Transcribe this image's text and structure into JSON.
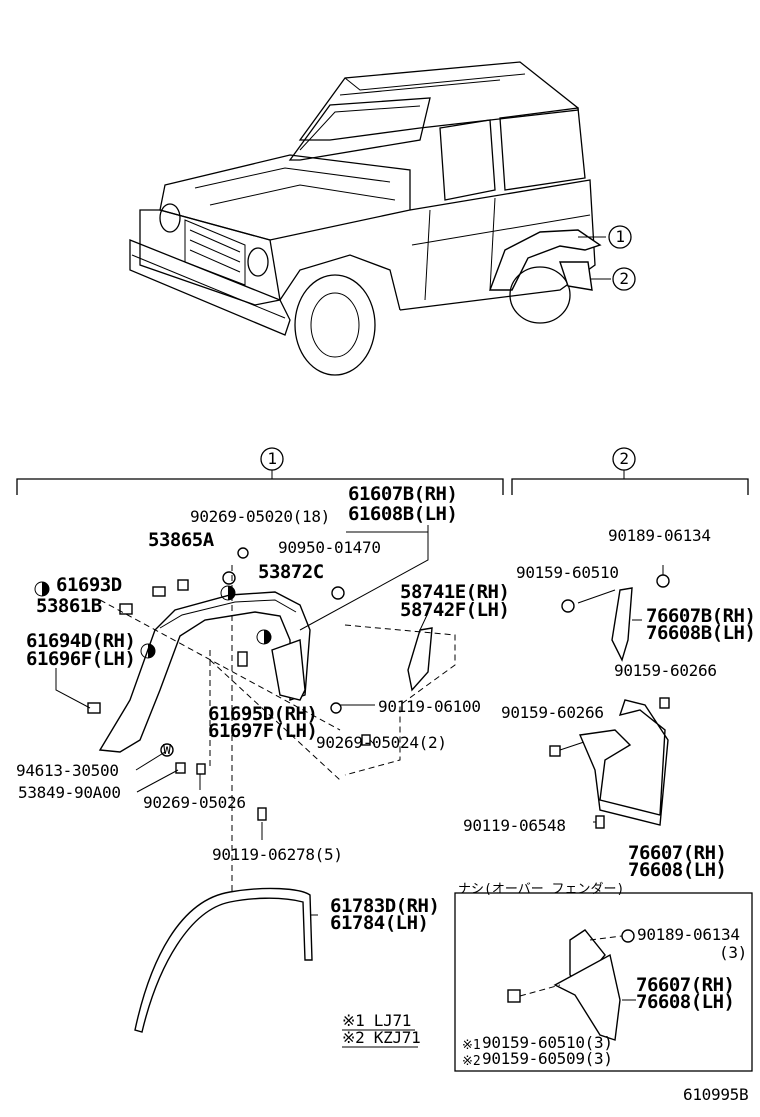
{
  "callouts": {
    "c1": "1",
    "c2": "2"
  },
  "group_labels": {
    "g1": "1",
    "g2": "2"
  },
  "labels": {
    "p61607": "61607B(RH)",
    "p61608": "61608B(LH)",
    "p90269_05020": "90269-05020(18)",
    "p53865": "53865A",
    "p90950": "90950-01470",
    "p53872": "53872C",
    "p61693": "61693D",
    "p53861": "53861B",
    "p61694": "61694D(RH)",
    "p61696": "61696F(LH)",
    "p58741": "58741E(RH)",
    "p58742": "58742F(LH)",
    "p61695": "61695D(RH)",
    "p61697": "61697F(LH)",
    "p90119_06100": "90119-06100",
    "p94613": "94613-30500",
    "p53849": "53849-90A00",
    "p90269_05024": "90269-05024(2)",
    "p90269_05026": "90269-05026",
    "p90119_06278": "90119-06278(5)",
    "p90189_06134": "90189-06134",
    "p90159_60510": "90159-60510",
    "p76607B": "76607B(RH)",
    "p76608B": "76608B(LH)",
    "p90159_60266a": "90159-60266",
    "p90159_60266b": "90159-60266",
    "p90119_06548": "90119-06548",
    "p76607": "76607(RH)",
    "p76608": "76608(LH)",
    "p61783": "61783D(RH)",
    "p61784": "61784(LH)",
    "inset_title": "ナシ(オーバー フェンダー)",
    "inset_90189": "90189-06134",
    "inset_90189_qty": "(3)",
    "inset_76607": "76607(RH)",
    "inset_76608": "76608(LH)",
    "inset_90159_60510": "90159-60510(3)",
    "inset_90159_60509": "90159-60509(3)",
    "note_mark1": "※1",
    "note_mark2": "※2",
    "note1": "※1 LJ71",
    "note2": "※2 KZJ71",
    "figure_id": "610995B"
  }
}
